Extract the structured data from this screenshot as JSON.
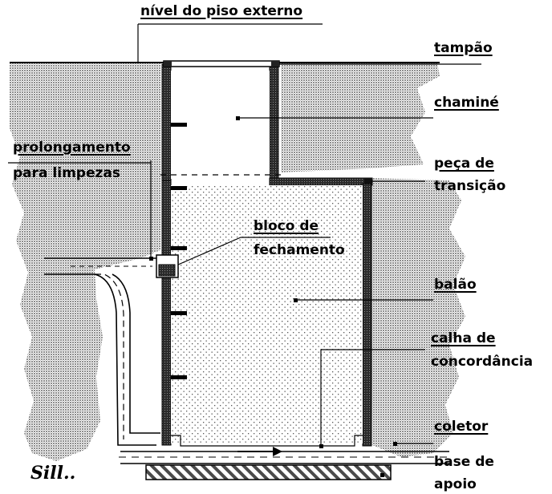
{
  "labels": {
    "ground_level": "nível do piso externo",
    "cap": "tampão",
    "chimney": "chaminé",
    "extension_line1": "prolongamento",
    "extension_line2": "para limpezas",
    "transition_line1": "peça de",
    "transition_line2": "transição",
    "closing_block_line1": "bloco de",
    "closing_block_line2": "fechamento",
    "chamber": "balão",
    "channel_line1": "calha de",
    "channel_line2": "concordância",
    "collector": "coletor",
    "base_line1": "base de",
    "base_line2": "apoio"
  },
  "signature": "Sill..",
  "colors": {
    "ink": "#000000",
    "soil": "#9a9a9a",
    "wall": "#404040",
    "background": "#ffffff"
  }
}
